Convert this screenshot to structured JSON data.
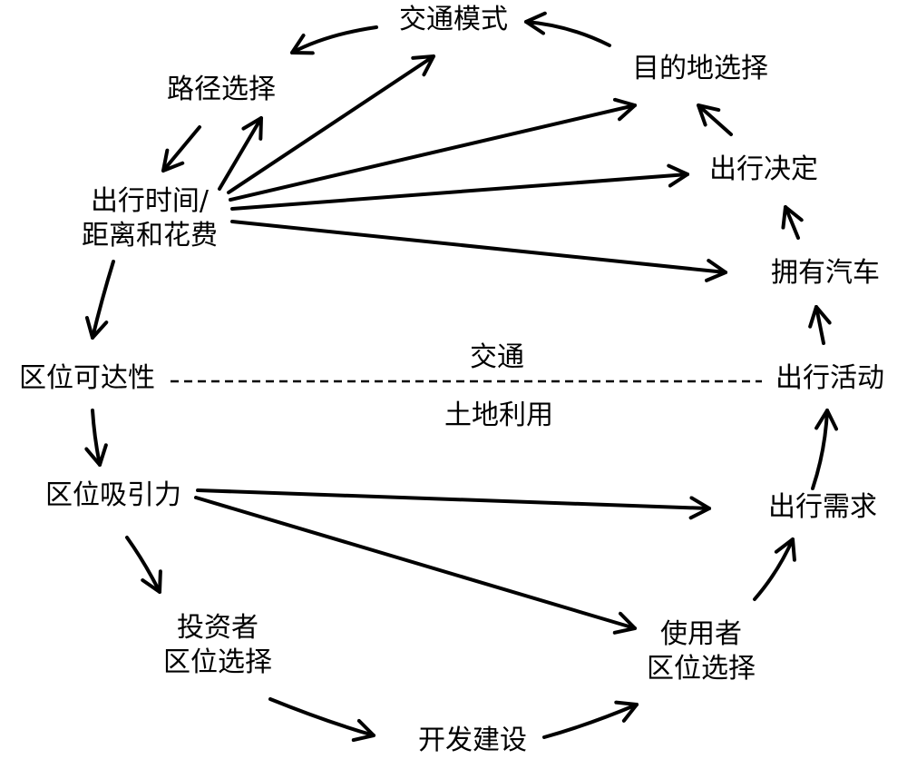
{
  "nodes": {
    "travel_mode": "交通模式",
    "route_choice": "路径选择",
    "destination_choice": "目的地选择",
    "trip_decision": "出行决定",
    "travel_time_line1": "出行时间/",
    "travel_time_line2": "距离和花费",
    "car_ownership": "拥有汽车",
    "location_accessibility": "区位可达性",
    "travel_activity": "出行活动",
    "location_attraction": "区位吸引力",
    "travel_demand": "出行需求",
    "investor_line1": "投资者",
    "investor_line2": "区位选择",
    "user_line1": "使用者",
    "user_line2": "区位选择",
    "development": "开发建设"
  },
  "layers": {
    "transport": "交通",
    "land_use": "土地利用"
  },
  "colors": {
    "ink": "#000000",
    "background": "#ffffff"
  }
}
